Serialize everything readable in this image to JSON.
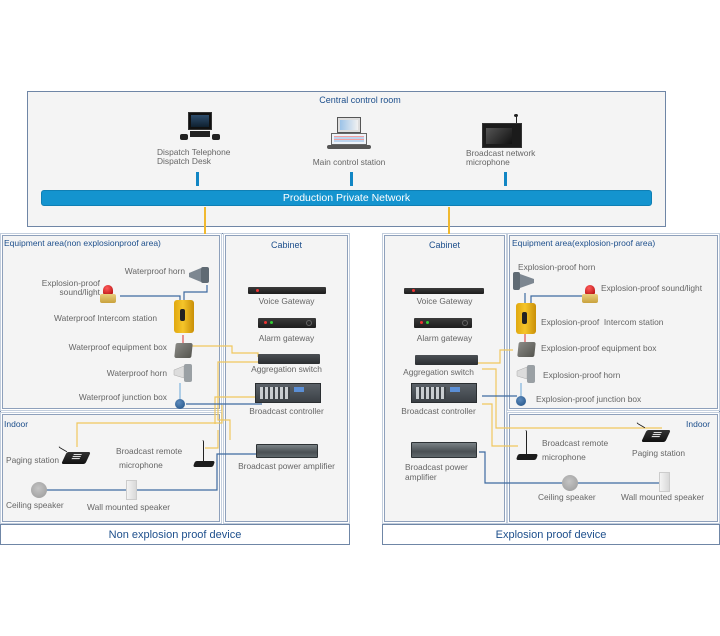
{
  "central": {
    "title": "Central control room",
    "devices": [
      {
        "label_line1": "Dispatch Telephone",
        "label_line2": "Dispatch Desk",
        "icon": "dispatch-desk-icon"
      },
      {
        "label_line1": "Main control station",
        "label_line2": "",
        "icon": "control-station-icon"
      },
      {
        "label_line1": "Broadcast network",
        "label_line2": "microphone",
        "icon": "network-microphone-icon"
      }
    ],
    "network_label": "Production Private Network"
  },
  "left": {
    "footer": "Non explosion proof device",
    "equipment_area": {
      "title": "Equipment area(non explosionproof area)",
      "items": {
        "horn_top": "Waterproof horn",
        "sound_light_1": "Explosion-proof",
        "sound_light_2": "sound/light",
        "intercom_1": "Waterproof",
        "intercom_2": "Intercom station",
        "equipment_box": "Waterproof equipment box",
        "horn_bottom": "Waterproof horn",
        "junction_box": "Waterproof junction box"
      }
    },
    "indoor": {
      "title": "Indoor",
      "paging_station": "Paging station",
      "remote_mic_1": "Broadcast remote",
      "remote_mic_2": "microphone",
      "ceiling_speaker": "Ceiling speaker",
      "wall_speaker": "Wall mounted speaker"
    },
    "cabinet": {
      "title": "Cabinet",
      "voice_gateway": "Voice Gateway",
      "alarm_gateway": "Alarm gateway",
      "aggregation_switch": "Aggregation switch",
      "broadcast_controller": "Broadcast controller",
      "power_amplifier": "Broadcast power amplifier"
    }
  },
  "right": {
    "footer": "Explosion proof device",
    "cabinet": {
      "title": "Cabinet",
      "voice_gateway": "Voice Gateway",
      "alarm_gateway": "Alarm gateway",
      "aggregation_switch": "Aggregation switch",
      "broadcast_controller": "Broadcast controller",
      "power_amplifier_1": "Broadcast power",
      "power_amplifier_2": "amplifier"
    },
    "equipment_area": {
      "title": "Equipment area(explosion-proof area)",
      "items": {
        "horn_top": "Explosion-proof horn",
        "sound_light": "Explosion-proof sound/light",
        "intercom_1": "Explosion-proof",
        "intercom_2": "Intercom station",
        "equipment_box": "Explosion-proof equipment box",
        "horn_bottom": "Explosion-proof horn",
        "junction_box": "Explosion-proof junction box"
      }
    },
    "indoor": {
      "title": "Indoor",
      "remote_mic_1": "Broadcast remote",
      "remote_mic_2": "microphone",
      "paging_station": "Paging station",
      "ceiling_speaker": "Ceiling speaker",
      "wall_speaker": "Wall mounted speaker"
    }
  },
  "colors": {
    "network_blue": "#1494cf",
    "title_blue": "#1d4f8c",
    "signal_yellow": "#f0c75e",
    "cable_blue": "#3d6aa0",
    "frame": "#6f86a6"
  }
}
